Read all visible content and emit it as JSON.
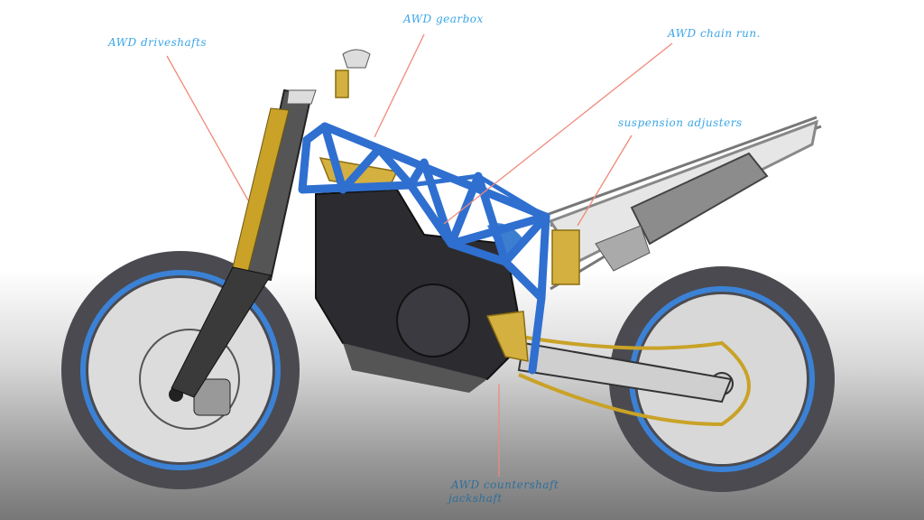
{
  "annotations": {
    "driveshafts": "AWD driveshafts",
    "gearbox": "AWD gearbox",
    "chain_run": "AWD chain run.",
    "suspension": "suspension adjusters",
    "countershaft_line1": "AWD countershaft",
    "countershaft_line2": "jackshaft"
  },
  "colors": {
    "label": "#3aa6e6",
    "leader": "#f08a7a",
    "frame": "#2f6fd0",
    "gold": "#c9a227"
  }
}
